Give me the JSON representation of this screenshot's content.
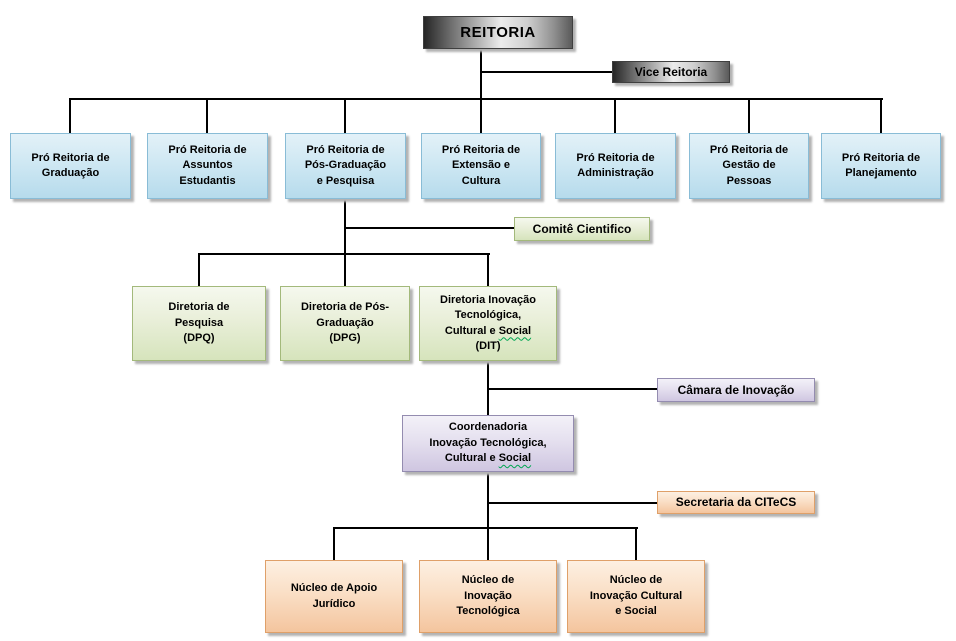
{
  "diagram": {
    "root": {
      "label": "REITORIA"
    },
    "vice_reitoria": {
      "label": "Vice Reitoria"
    },
    "pro_reitorias": [
      {
        "label": "Pró Reitoria de\nGraduação"
      },
      {
        "label": "Pró Reitoria de\nAssuntos\nEstudantis"
      },
      {
        "label": "Pró Reitoria de\nPós-Graduação\ne Pesquisa"
      },
      {
        "label": "Pró Reitoria de\nExtensão e\nCultura"
      },
      {
        "label": "Pró Reitoria de\nAdministração"
      },
      {
        "label": "Pró Reitoria de\nGestão de\nPessoas"
      },
      {
        "label": "Pró Reitoria de\nPlanejamento"
      }
    ],
    "comite_cientifico": {
      "label": "Comitê Cientifico"
    },
    "diretorias": [
      {
        "label": "Diretoria de\nPesquisa\n(DPQ)"
      },
      {
        "label": "Diretoria de Pós-\nGraduação\n(DPG)"
      },
      {
        "label": "Diretoria Inovação\nTecnológica,\nCultural e Social\n(DIT)"
      }
    ],
    "camara_inovacao": {
      "label": "Câmara de Inovação"
    },
    "coordenadoria": {
      "label": "Coordenadoria\nInovação Tecnológica,\nCultural e Social"
    },
    "secretaria_citecs": {
      "label": "Secretaria da CITeCS"
    },
    "nucleos": [
      {
        "label": "Núcleo de Apoio\nJurídico"
      },
      {
        "label": "Núcleo de\nInovação\nTecnológica"
      },
      {
        "label": "Núcleo de\nInovação Cultural\ne Social"
      }
    ]
  },
  "decorations": {
    "spellcheck_squiggle_word": "Social"
  },
  "colors": {
    "line": "#000000",
    "squiggle": "#00a550",
    "metal_dark": "#262626",
    "metal_light": "#ececec",
    "metal_border": "#3f3f3f",
    "blue_top": "#e3f1f8",
    "blue_bottom": "#b6dbec",
    "blue_border": "#89bcd6",
    "green_top": "#f5f8ee",
    "green_bottom": "#d6e4bc",
    "green_border": "#a3b97b",
    "purple_top": "#f3f1f8",
    "purple_bottom": "#cfc6e1",
    "purple_border": "#948cb0",
    "orange_top": "#fdf0e2",
    "orange_bottom": "#f4c59e",
    "orange_border": "#dfa069"
  }
}
